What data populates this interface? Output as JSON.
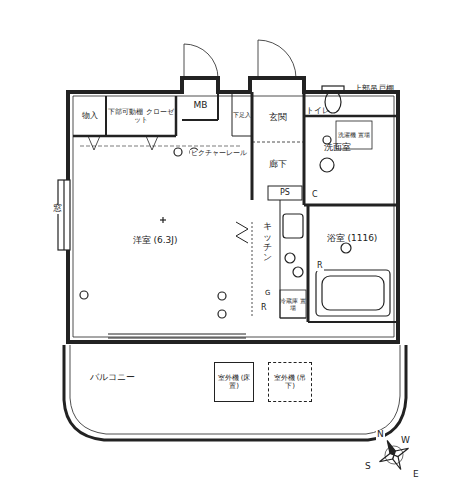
{
  "diagram": {
    "nodes": [
      {
        "text": [
          "物入"
        ]
      },
      {
        "text": [
          "下部可動棚 クローゼット"
        ]
      },
      {
        "text": [
          "MB"
        ]
      },
      {
        "text": [
          "下足入"
        ]
      },
      {
        "text": [
          "玄関"
        ]
      },
      {
        "text": [
          "廊下"
        ]
      },
      {
        "text": [
          "上部吊戸棚",
          "トイレ"
        ]
      },
      {
        "text": [
          "洗面室"
        ]
      },
      {
        "text": [
          "洗濯機 置場"
        ],
        "in": 7
      },
      {
        "text": [
          "PS"
        ]
      },
      {
        "text": [
          "キッチン"
        ]
      },
      {
        "text": [
          "浴室 (1116)"
        ]
      },
      {
        "text": [
          "洋室 (6.3J)"
        ]
      },
      {
        "text": [
          "冷蔵庫 置場"
        ]
      },
      {
        "text": [
          "バルコニー"
        ]
      },
      {
        "text": [
          "室外機 (床置)"
        ],
        "in": 14
      },
      {
        "text": [
          "室外機 (吊下)"
        ],
        "in": 14
      }
    ],
    "labels": [
      "ピクチャーレール",
      "窓",
      "C",
      "R",
      "R",
      "G",
      "N",
      "S",
      "E",
      "W"
    ]
  }
}
